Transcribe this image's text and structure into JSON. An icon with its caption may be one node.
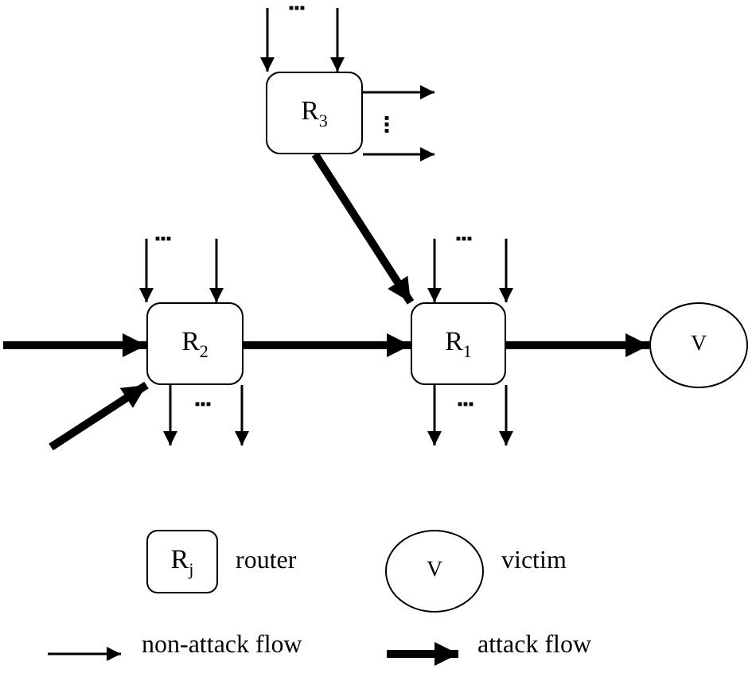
{
  "diagram": {
    "nodes": [
      {
        "text": [
          "R$_{3}$"
        ]
      },
      {
        "text": [
          "R$_{2}$"
        ]
      },
      {
        "text": [
          "R$_{1}$"
        ]
      },
      {
        "text": [
          "V"
        ]
      }
    ],
    "edges": [
      {
        "from": null,
        "to": 0,
        "arrow": "to"
      },
      {
        "from": null,
        "to": 0,
        "arrow": "to"
      },
      {
        "from": 0,
        "to": null,
        "arrow": "to"
      },
      {
        "from": 0,
        "to": null,
        "arrow": "to"
      },
      {
        "from": 0,
        "to": 2,
        "arrow": "to",
        "style": "thick"
      },
      {
        "from": null,
        "to": 1,
        "arrow": "to"
      },
      {
        "from": null,
        "to": 1,
        "arrow": "to"
      },
      {
        "from": null,
        "to": 1,
        "arrow": "to",
        "style": "thick"
      },
      {
        "from": null,
        "to": 1,
        "arrow": "to",
        "style": "thick"
      },
      {
        "from": 1,
        "to": null,
        "arrow": "to"
      },
      {
        "from": 1,
        "to": null,
        "arrow": "to"
      },
      {
        "from": 1,
        "to": 2,
        "arrow": "to",
        "style": "thick"
      },
      {
        "from": null,
        "to": 2,
        "arrow": "to"
      },
      {
        "from": null,
        "to": 2,
        "arrow": "to"
      },
      {
        "from": 2,
        "to": null,
        "arrow": "to"
      },
      {
        "from": 2,
        "to": null,
        "arrow": "to"
      },
      {
        "from": 2,
        "to": 3,
        "arrow": "to",
        "style": "thick"
      }
    ],
    "labels": [
      "R$_{j}$",
      "V"
    ],
    "legend": [
      {
        "text": "router"
      },
      {
        "text": "victim"
      },
      {
        "text": "non-attack flow"
      },
      {
        "text": "attack flow"
      }
    ]
  }
}
